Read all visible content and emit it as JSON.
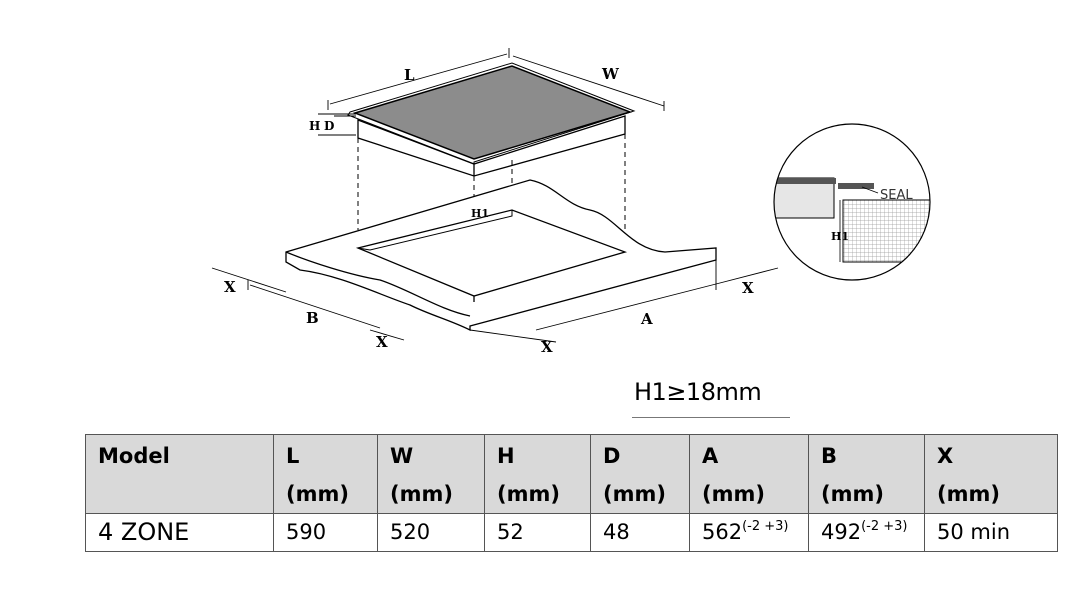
{
  "diagram": {
    "labels": {
      "L": "L",
      "W": "W",
      "H": "H",
      "D": "D",
      "H1_top": "H1",
      "H1_detail": "H1",
      "A": "A",
      "B": "B",
      "X": "X",
      "seal": "SEAL"
    }
  },
  "note": "H1≥18mm",
  "table": {
    "headers": [
      {
        "label": "Model",
        "unit": ""
      },
      {
        "label": "L",
        "unit": "(mm)"
      },
      {
        "label": "W",
        "unit": "(mm)"
      },
      {
        "label": "H",
        "unit": "(mm)"
      },
      {
        "label": "D",
        "unit": "(mm)"
      },
      {
        "label": "A",
        "unit": "(mm)"
      },
      {
        "label": "B",
        "unit": "(mm)"
      },
      {
        "label": "X",
        "unit": "(mm)"
      }
    ],
    "rows": [
      {
        "model": "4 ZONE",
        "L": "590",
        "W": "520",
        "H": "52",
        "D": "48",
        "A": {
          "value": "562",
          "tolerance": "(-2 +3)"
        },
        "B": {
          "value": "492",
          "tolerance": "(-2 +3)"
        },
        "X": "50 min"
      }
    ]
  }
}
